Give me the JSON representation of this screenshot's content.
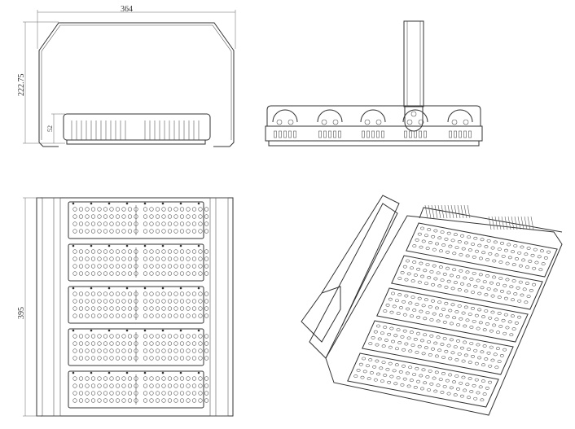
{
  "drawing": {
    "dimensions": {
      "width": "364",
      "height": "222.75",
      "heatsink_height": "52",
      "length": "395"
    },
    "views": [
      "front-view",
      "side-view",
      "top-view",
      "isometric-view"
    ],
    "module_count": 5
  }
}
